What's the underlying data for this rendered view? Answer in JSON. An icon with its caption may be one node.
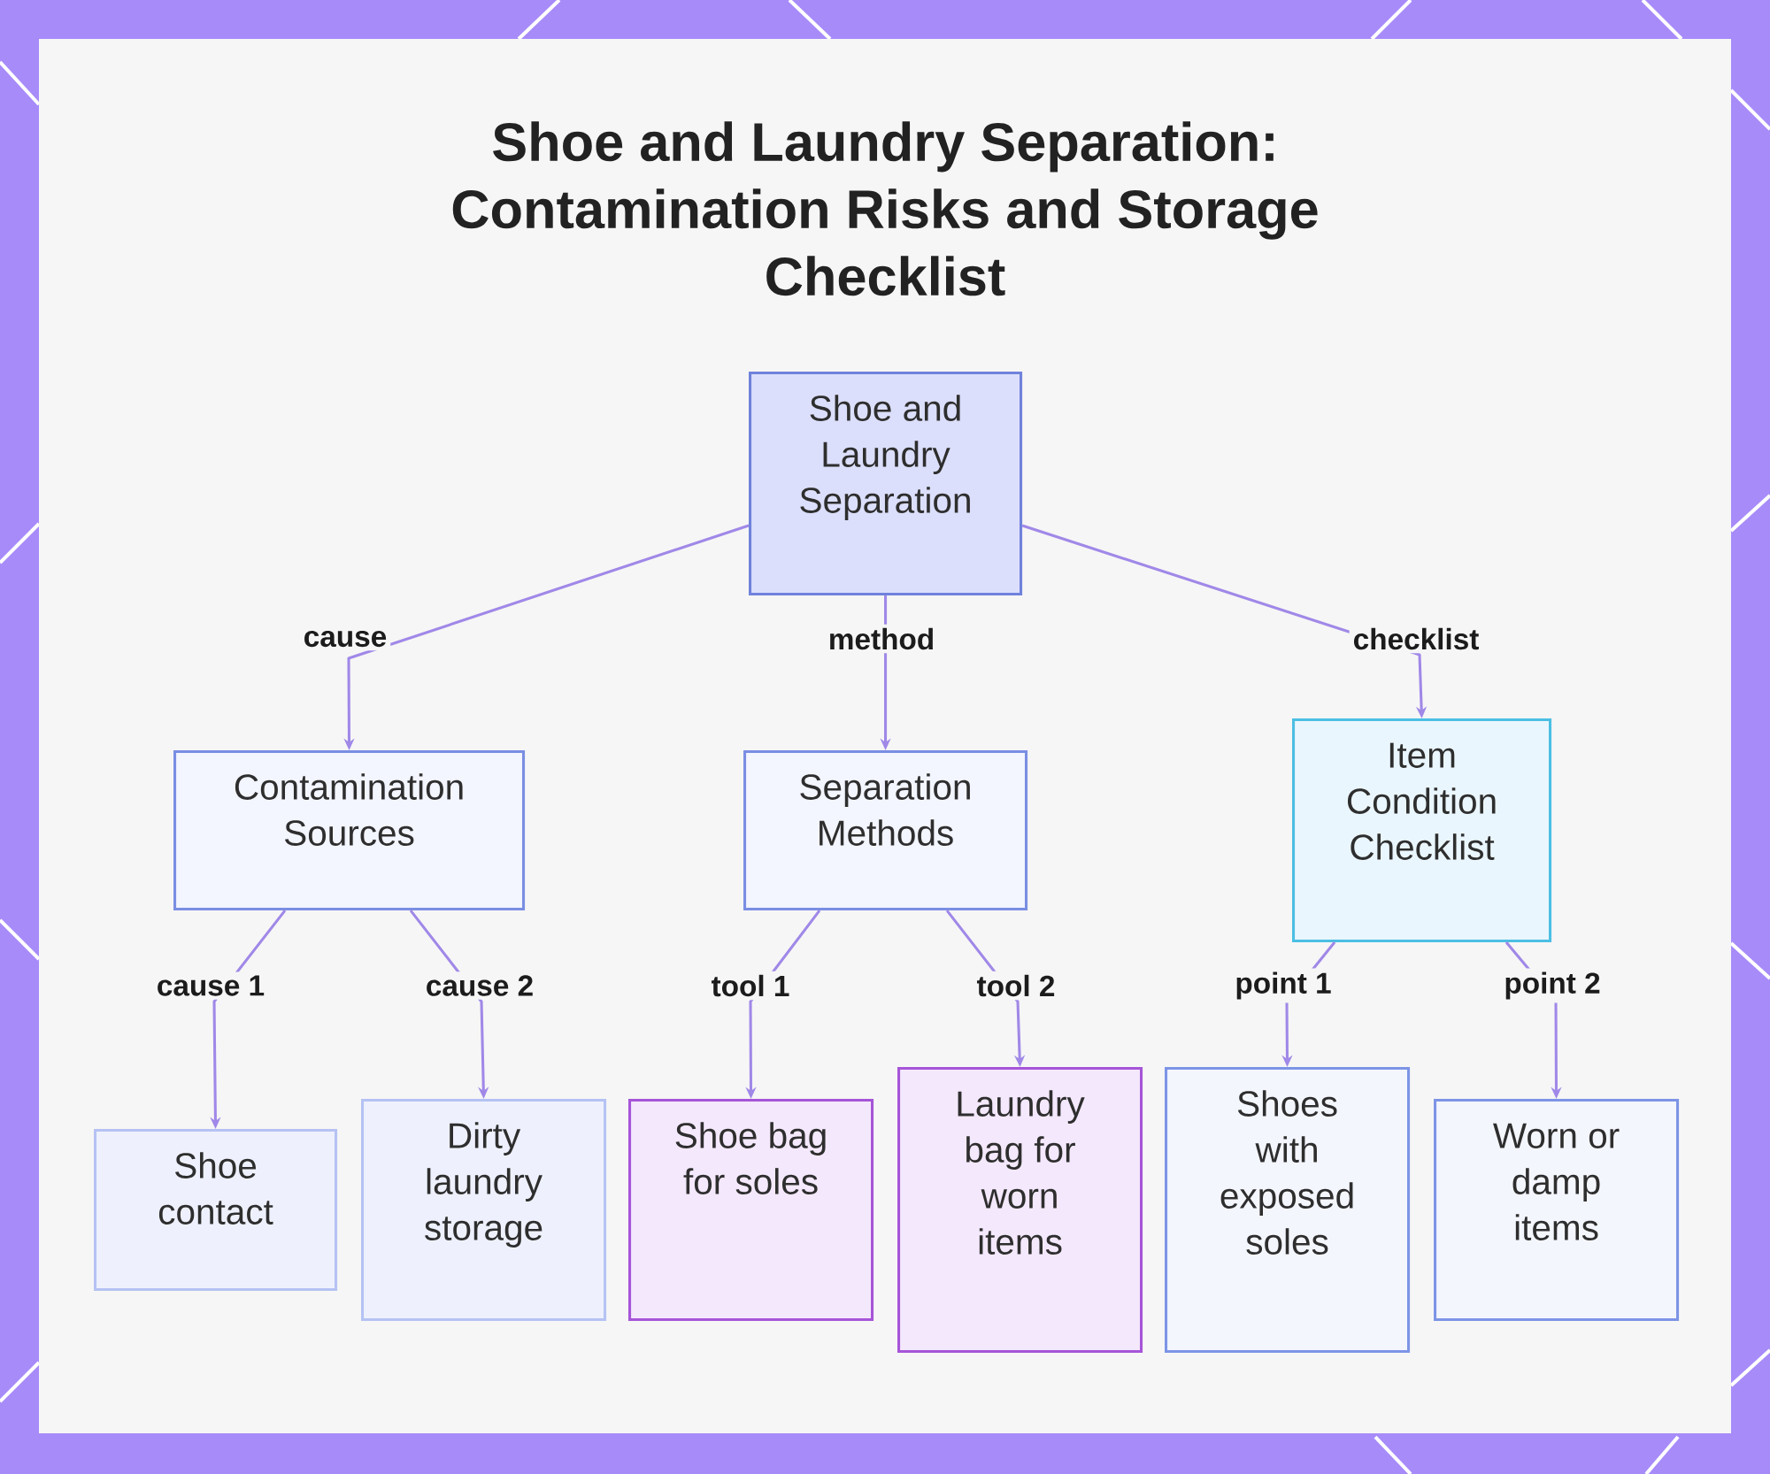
{
  "diagram": {
    "title": "Shoe and Laundry Separation: Contamination Risks and Storage Checklist",
    "nodes": [
      {
        "text": [
          "Shoe and Laundry Separation"
        ]
      },
      {
        "text": [
          "Contamination Sources"
        ]
      },
      {
        "text": [
          "Separation Methods"
        ]
      },
      {
        "text": [
          "Item Condition Checklist"
        ]
      },
      {
        "text": [
          "Shoe contact"
        ]
      },
      {
        "text": [
          "Dirty laundry storage"
        ]
      },
      {
        "text": [
          "Shoe bag for soles"
        ]
      },
      {
        "text": [
          "Laundry bag for worn items"
        ]
      },
      {
        "text": [
          "Shoes with exposed soles"
        ]
      },
      {
        "text": [
          "Worn or damp items"
        ]
      }
    ],
    "edges": [
      {
        "from": 0,
        "to": 1,
        "arrow": "to",
        "label": "cause"
      },
      {
        "from": 0,
        "to": 2,
        "arrow": "to",
        "label": "method"
      },
      {
        "from": 0,
        "to": 3,
        "arrow": "to",
        "label": "checklist"
      },
      {
        "from": 1,
        "to": 4,
        "arrow": "to",
        "label": "cause 1"
      },
      {
        "from": 1,
        "to": 5,
        "arrow": "to",
        "label": "cause 2"
      },
      {
        "from": 2,
        "to": 6,
        "arrow": "to",
        "label": "tool 1"
      },
      {
        "from": 2,
        "to": 7,
        "arrow": "to",
        "label": "tool 2"
      },
      {
        "from": 3,
        "to": 8,
        "arrow": "to",
        "label": "point 1"
      },
      {
        "from": 3,
        "to": 9,
        "arrow": "to",
        "label": "point 2"
      }
    ]
  }
}
